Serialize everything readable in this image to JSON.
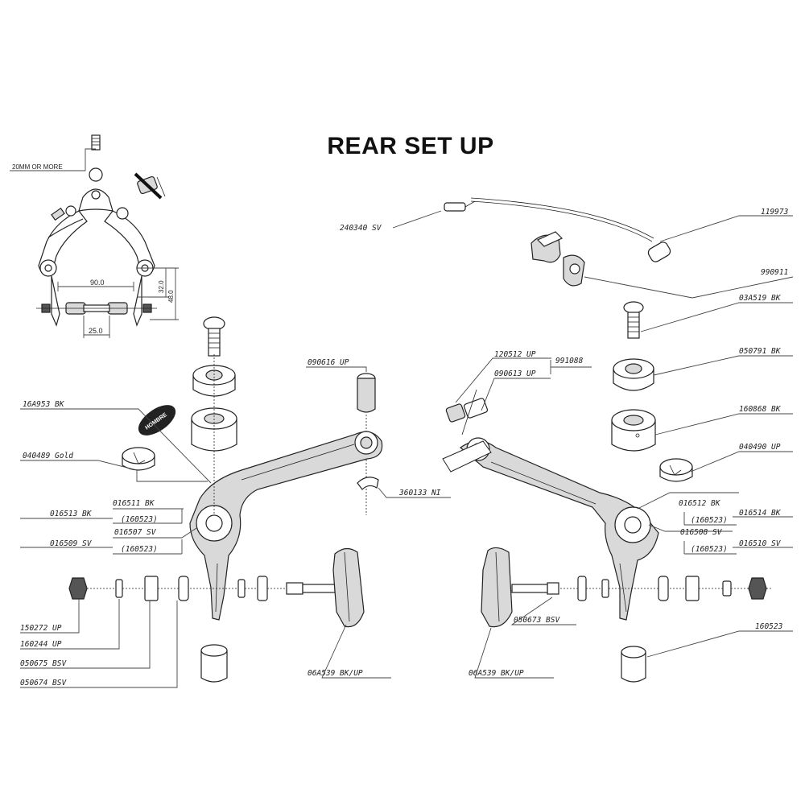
{
  "title": "REAR SET UP",
  "overview": {
    "note": "20MM OR MORE",
    "dims": {
      "width": "90.0",
      "inner": "25.0",
      "h1": "32.0",
      "h2": "48.0"
    }
  },
  "brand_text": "HOMBRE",
  "labels": {
    "p119973": "119973",
    "p240340": "240340  SV",
    "p990911": "990911",
    "p03A519": "03A519  BK",
    "p050791": "050791  BK",
    "p160868": "160868  BK",
    "p040490": "040490  UP",
    "p016512": "016512  BK",
    "p160523a": "(160523)",
    "p016514": "016514  BK",
    "p016508": "016508  SV",
    "p016510": "016510  SV",
    "p160523b": "(160523)",
    "p160523r": "160523",
    "p06A539r": "06A539  BK/UP",
    "p050673": "050673  BSV",
    "p120512": "120512  UP",
    "p991088": "991088",
    "p090613": "090613  UP",
    "p090616": "090616  UP",
    "p360133": "360133  NI",
    "p16A953": "16A953  BK",
    "p040489": "040489 Gold",
    "p016511": "016511  BK",
    "p016513": "016513  BK",
    "p160523c": "(160523)",
    "p016507": "016507  SV",
    "p016509": "016509  SV",
    "p160523d": "(160523)",
    "p150272": "150272  UP",
    "p160244": "160244  UP",
    "p050675": "050675  BSV",
    "p050674": "050674  BSV",
    "p06A539l": "06A539  BK/UP"
  }
}
